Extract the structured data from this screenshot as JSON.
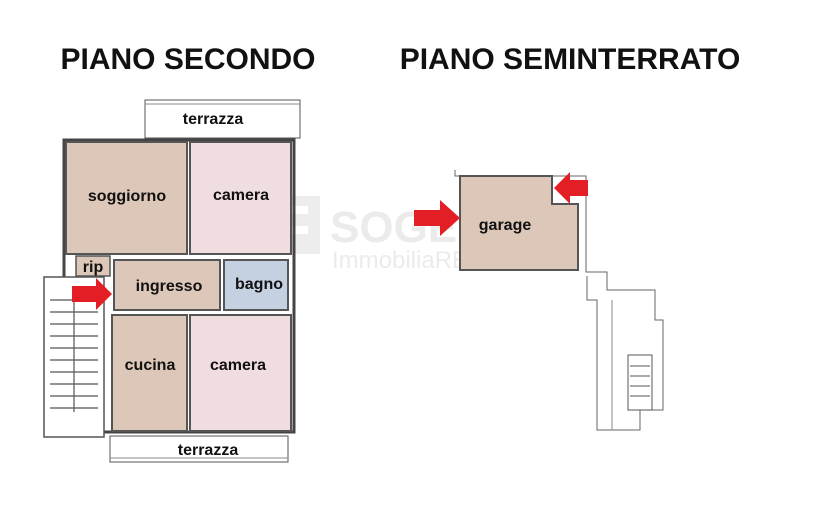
{
  "floors": {
    "second": {
      "title": "PIANO SECONDO"
    },
    "basement": {
      "title": "PIANO SEMINTERRATO"
    }
  },
  "rooms": {
    "terrazza_top": "terrazza",
    "soggiorno": "soggiorno",
    "camera_top": "camera",
    "rip": "rip",
    "ingresso": "ingresso",
    "bagno": "bagno",
    "cucina": "cucina",
    "camera_bottom": "camera",
    "terrazza_bottom": "terrazza",
    "garage": "garage"
  },
  "watermark": {
    "line1": "SOGES",
    "line2": "ImmobiliaRE"
  },
  "colors": {
    "beige": "#dcc7b8",
    "pink": "#f0dde0",
    "blue": "#c5d0e0",
    "arrow": "#e31e24"
  }
}
